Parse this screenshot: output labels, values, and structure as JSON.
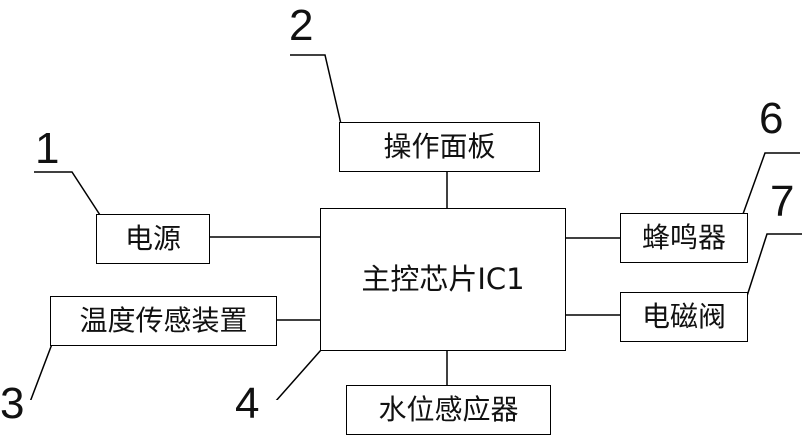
{
  "diagram": {
    "boxes": {
      "control_panel": "操作面板",
      "power_supply": "电源",
      "main_chip": "主控芯片IC1",
      "buzzer": "蜂鸣器",
      "temperature_sensor": "温度传感装置",
      "solenoid_valve": "电磁阀",
      "bottom_box_partial": "水位感应器"
    },
    "reference_numbers": {
      "control_panel": "2",
      "power_supply": "1",
      "buzzer": "6",
      "solenoid_valve": "7",
      "temperature_sensor": "3",
      "main_chip": "4"
    },
    "colors": {
      "line": "#000000",
      "text": "#111111",
      "background": "#ffffff"
    }
  }
}
